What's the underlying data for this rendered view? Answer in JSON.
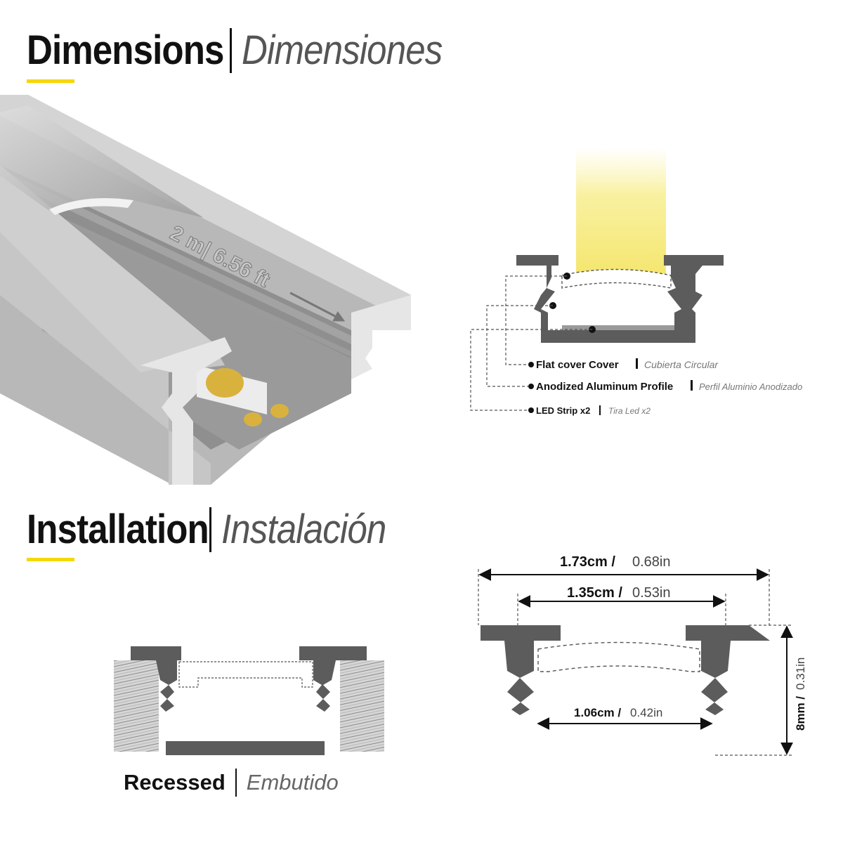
{
  "dimensions_heading": {
    "en": "Dimensions",
    "es": "Dimensiones"
  },
  "installation_heading": {
    "en": "Installation",
    "es": "Instalación"
  },
  "profile_length": {
    "metric": "2 m",
    "imperial": "6.56 ft"
  },
  "components": [
    {
      "en": "Flat cover Cover",
      "es": "Cubierta Circular"
    },
    {
      "en": "Anodized Aluminum Profile",
      "es": "Perfil Aluminio Anodizado"
    },
    {
      "en": "LED Strip x2",
      "es": "Tira Led x2"
    }
  ],
  "measurements": {
    "outer_width": {
      "metric": "1.73cm /",
      "imperial": "0.68in"
    },
    "top_opening": {
      "metric": "1.35cm /",
      "imperial": "0.53in"
    },
    "inner_width": {
      "metric": "1.06cm /",
      "imperial": "0.42in"
    },
    "height": {
      "metric": "8mm /",
      "imperial": "0.31in"
    }
  },
  "installation_type": {
    "en": "Recessed",
    "es": "Embutido"
  },
  "colors": {
    "accent": "#f5d800",
    "profile": "#5c5c5c",
    "light": "#fbf3a8"
  }
}
